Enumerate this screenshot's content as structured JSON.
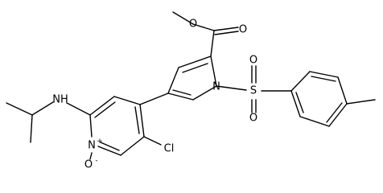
{
  "molecule": {
    "atoms": {
      "ester_carbonyl_o": "O",
      "ester_ether_o": "O",
      "pyrrole_n": "N",
      "sulfonyl_s": "S",
      "sulfonyl_o_upper": "O",
      "sulfonyl_o_lower": "O",
      "amine_nh": "NH",
      "pyridine_n": "N",
      "pyridine_n_charge": "+",
      "n_oxide_o": "O",
      "n_oxide_charge": "-",
      "chloro": "Cl"
    },
    "colors": {
      "bond": "#000000",
      "label": "#000000",
      "background": "#ffffff"
    }
  }
}
